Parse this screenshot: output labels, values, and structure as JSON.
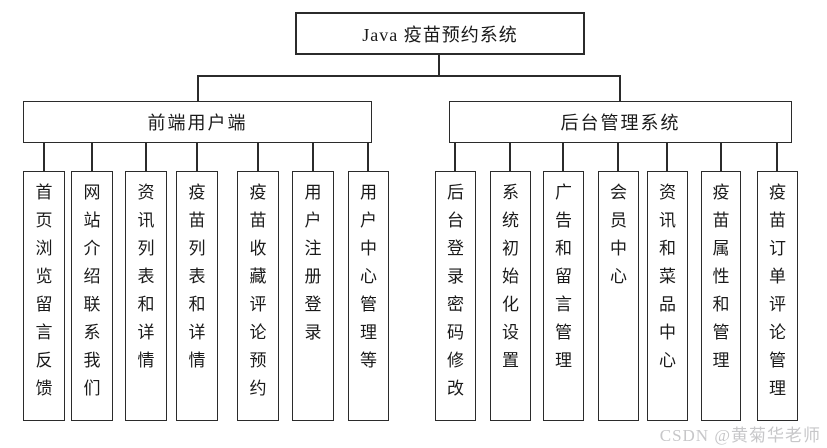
{
  "diagram": {
    "root": {
      "label": "Java 疫苗预约系统"
    },
    "branches": [
      {
        "label": "前端用户端",
        "children": [
          "首页浏览留言反馈",
          "网站介绍联系我们",
          "资讯列表和详情",
          "疫苗列表和详情",
          "疫苗收藏评论预约",
          "用户注册登录",
          "用户中心管理等"
        ]
      },
      {
        "label": "后台管理系统",
        "children": [
          "后台登录密码修改",
          "系统初始化设置",
          "广告和留言管理",
          "会员中心",
          "资讯和菜品中心",
          "疫苗属性和管理",
          "疫苗订单评论管理"
        ]
      }
    ]
  },
  "watermark": "CSDN @黄菊华老师",
  "colors": {
    "line": "#2b2b2b",
    "watermark": "#c7c7c9",
    "background": "#ffffff"
  }
}
